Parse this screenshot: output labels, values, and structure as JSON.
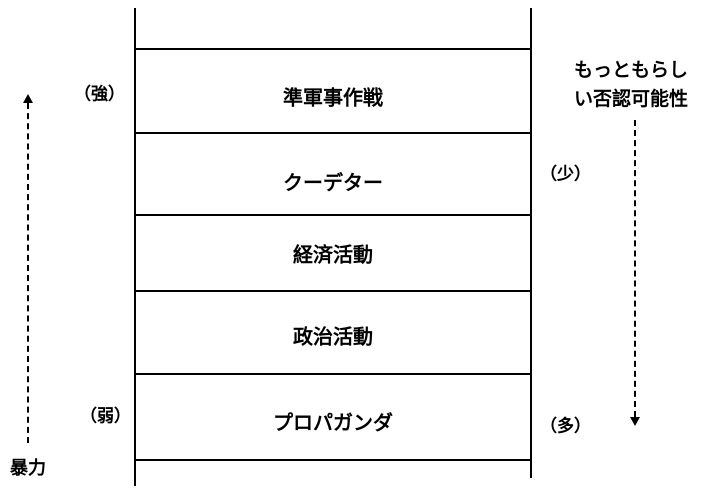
{
  "layers": [
    {
      "label": "準軍事作戦"
    },
    {
      "label": "クーデター"
    },
    {
      "label": "経済活動"
    },
    {
      "label": "政治活動"
    },
    {
      "label": "プロパガンダ"
    }
  ],
  "left_axis": {
    "top_label": "（強）",
    "bottom_label": "（弱）",
    "title": "暴力"
  },
  "right_axis": {
    "title_line1": "もっともらし",
    "title_line2": "い否認可能性",
    "top_label": "（少）",
    "bottom_label": "（多）"
  }
}
